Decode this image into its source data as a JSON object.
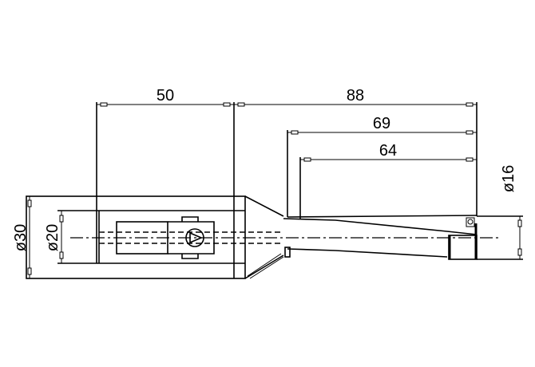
{
  "drawing": {
    "dimensions": {
      "length_50": "50",
      "length_88": "88",
      "length_69": "69",
      "length_64": "64",
      "dia_30": "ø30",
      "dia_20": "ø20",
      "dia_16": "ø16"
    }
  }
}
